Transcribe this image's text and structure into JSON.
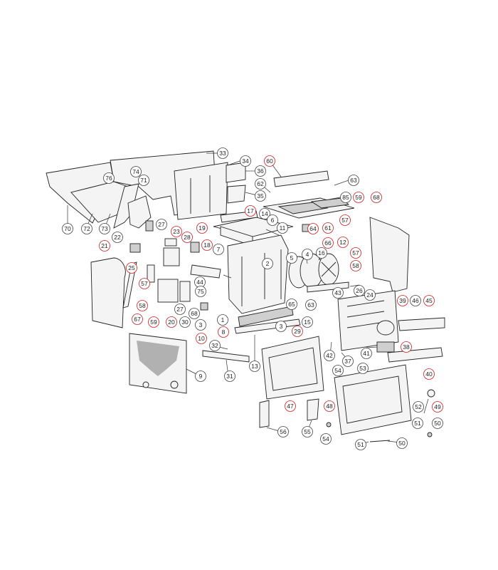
{
  "colors": {
    "line": "#222222",
    "callout_border": "#444444",
    "callout_border_alt": "#d21f1f",
    "background": "#ffffff"
  },
  "callouts": [
    {
      "label": "33",
      "red": false
    },
    {
      "label": "34",
      "red": false
    },
    {
      "label": "36",
      "red": false
    },
    {
      "label": "60",
      "red": true
    },
    {
      "label": "63",
      "red": false
    },
    {
      "label": "76",
      "red": false
    },
    {
      "label": "74",
      "red": false
    },
    {
      "label": "71",
      "red": false
    },
    {
      "label": "62",
      "red": false
    },
    {
      "label": "35",
      "red": false
    },
    {
      "label": "85",
      "red": false
    },
    {
      "label": "59",
      "red": true
    },
    {
      "label": "68",
      "red": true
    },
    {
      "label": "70",
      "red": false
    },
    {
      "label": "72",
      "red": false
    },
    {
      "label": "73",
      "red": false
    },
    {
      "label": "27",
      "red": false
    },
    {
      "label": "17",
      "red": true
    },
    {
      "label": "14",
      "red": false
    },
    {
      "label": "6",
      "red": false
    },
    {
      "label": "11",
      "red": false
    },
    {
      "label": "64",
      "red": true
    },
    {
      "label": "61",
      "red": true
    },
    {
      "label": "57",
      "red": true
    },
    {
      "label": "22",
      "red": false
    },
    {
      "label": "23",
      "red": true
    },
    {
      "label": "28",
      "red": true
    },
    {
      "label": "19",
      "red": true
    },
    {
      "label": "18",
      "red": true
    },
    {
      "label": "12",
      "red": true
    },
    {
      "label": "66",
      "red": true
    },
    {
      "label": "21",
      "red": true
    },
    {
      "label": "7",
      "red": false
    },
    {
      "label": "5",
      "red": false
    },
    {
      "label": "4",
      "red": false
    },
    {
      "label": "16",
      "red": false
    },
    {
      "label": "57",
      "red": true
    },
    {
      "label": "58",
      "red": true
    },
    {
      "label": "25",
      "red": true
    },
    {
      "label": "2",
      "red": false
    },
    {
      "label": "57",
      "red": true
    },
    {
      "label": "44",
      "red": false
    },
    {
      "label": "75",
      "red": false
    },
    {
      "label": "26",
      "red": false
    },
    {
      "label": "24",
      "red": false
    },
    {
      "label": "43",
      "red": false
    },
    {
      "label": "65",
      "red": false
    },
    {
      "label": "58",
      "red": true
    },
    {
      "label": "27",
      "red": false
    },
    {
      "label": "3",
      "red": false
    },
    {
      "label": "63",
      "red": false
    },
    {
      "label": "39",
      "red": true
    },
    {
      "label": "46",
      "red": false
    },
    {
      "label": "45",
      "red": true
    },
    {
      "label": "67",
      "red": true
    },
    {
      "label": "59",
      "red": true
    },
    {
      "label": "20",
      "red": true
    },
    {
      "label": "30",
      "red": false
    },
    {
      "label": "68",
      "red": false
    },
    {
      "label": "1",
      "red": false
    },
    {
      "label": "15",
      "red": false
    },
    {
      "label": "3",
      "red": false
    },
    {
      "label": "10",
      "red": true
    },
    {
      "label": "8",
      "red": true
    },
    {
      "label": "29",
      "red": true
    },
    {
      "label": "38",
      "red": true
    },
    {
      "label": "32",
      "red": false
    },
    {
      "label": "42",
      "red": false
    },
    {
      "label": "41",
      "red": false
    },
    {
      "label": "37",
      "red": false
    },
    {
      "label": "13",
      "red": false
    },
    {
      "label": "54",
      "red": false
    },
    {
      "label": "53",
      "red": false
    },
    {
      "label": "40",
      "red": true
    },
    {
      "label": "9",
      "red": false
    },
    {
      "label": "31",
      "red": false
    },
    {
      "label": "52",
      "red": false
    },
    {
      "label": "49",
      "red": true
    },
    {
      "label": "47",
      "red": true
    },
    {
      "label": "48",
      "red": true
    },
    {
      "label": "51",
      "red": false
    },
    {
      "label": "50",
      "red": false
    },
    {
      "label": "56",
      "red": false
    },
    {
      "label": "55",
      "red": false
    },
    {
      "label": "54",
      "red": false
    },
    {
      "label": "51",
      "red": false
    },
    {
      "label": "50",
      "red": false
    }
  ]
}
